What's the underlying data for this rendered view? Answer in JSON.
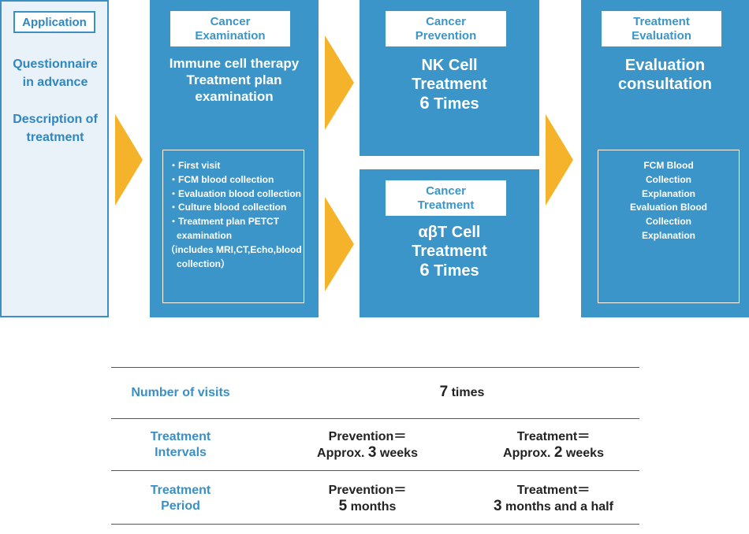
{
  "application": {
    "label": "Application",
    "questionnaire": [
      "Questionnaire",
      "in advance"
    ],
    "description": [
      "Description of",
      "treatment"
    ]
  },
  "examination": {
    "label": [
      "Cancer",
      "Examination"
    ],
    "title": [
      "Immune cell therapy",
      "Treatment plan",
      "examination"
    ],
    "details": [
      "・First visit",
      "・FCM blood collection",
      "・Evaluation blood collection",
      "・Culture blood collection",
      "・Treatment plan PETCT",
      "  examination",
      "（includes MRI,CT,Echo,blood",
      "  collection）"
    ]
  },
  "prevention": {
    "label": [
      "Cancer",
      "Prevention"
    ],
    "title": [
      "NK Cell",
      "Treatment"
    ],
    "count": "6",
    "times": "Times"
  },
  "treatment": {
    "label": [
      "Cancer",
      "Treatment"
    ],
    "title": [
      "αβT Cell",
      "Treatment"
    ],
    "count": "6",
    "times": "Times"
  },
  "evaluation": {
    "label": [
      "Treatment",
      "Evaluation"
    ],
    "title": [
      "Evaluation",
      "consultation"
    ],
    "details": [
      "FCM Blood",
      "Collection",
      "Explanation",
      "Evaluation Blood",
      "Collection",
      "Explanation"
    ]
  },
  "table": {
    "visits": {
      "label": "Number of visits",
      "num": "7",
      "unit": " times"
    },
    "intervals": {
      "label": [
        "Treatment",
        "Intervals"
      ],
      "prevention": {
        "line1": "Prevention＝",
        "prefix": "Approx. ",
        "num": "3",
        "unit": " weeks"
      },
      "treatment": {
        "line1": "Treatment＝",
        "prefix": "Approx. ",
        "num": "2",
        "unit": " weeks"
      }
    },
    "period": {
      "label": [
        "Treatment",
        "Period"
      ],
      "prevention": {
        "line1": "Prevention＝",
        "num": "5",
        "unit": " months"
      },
      "treatment": {
        "line1": "Treatment＝",
        "num": "3",
        "unit": " months and a half"
      }
    }
  },
  "colors": {
    "blue": "#3c95c8",
    "arrow": "#f4b32a",
    "light": "#e9f2f9"
  }
}
